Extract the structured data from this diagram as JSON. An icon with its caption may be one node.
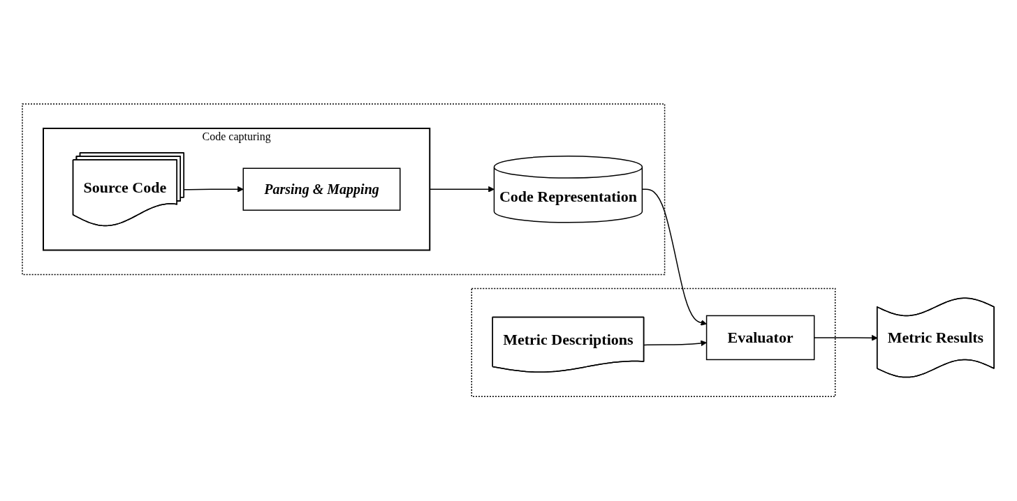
{
  "diagram": {
    "nodes": [
      {
        "text": [],
        "shape": "box"
      },
      {
        "text": [
          "Code capturing"
        ],
        "in": 0
      },
      {
        "text": [
          "Source Code"
        ],
        "in": 1
      },
      {
        "text": [
          "Parsing & Mapping"
        ],
        "in": 1
      },
      {
        "text": [
          "Code Representation"
        ],
        "in": 0
      },
      {
        "text": [],
        "shape": "box"
      },
      {
        "text": [
          "Metric Descriptions"
        ],
        "in": 5
      },
      {
        "text": [
          "Evaluator"
        ],
        "in": 5
      },
      {
        "text": [
          "Metric Results"
        ]
      }
    ],
    "edges": [
      {
        "from": 2,
        "to": 3,
        "arrow": "to"
      },
      {
        "from": 1,
        "to": 4,
        "arrow": "to"
      },
      {
        "from": 4,
        "to": 7,
        "arrow": "to"
      },
      {
        "from": 6,
        "to": 7,
        "arrow": "to"
      },
      {
        "from": 7,
        "to": 8,
        "arrow": "to"
      }
    ]
  }
}
